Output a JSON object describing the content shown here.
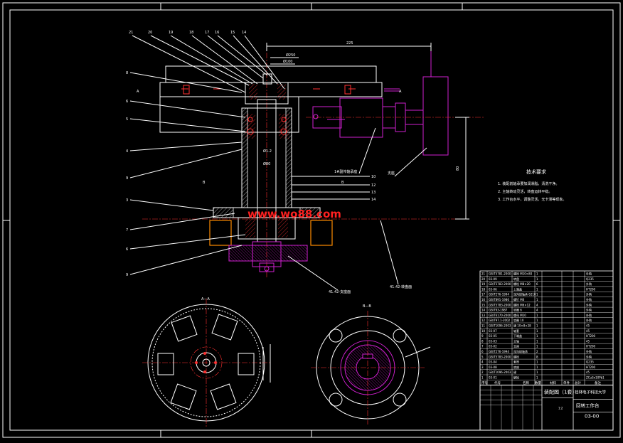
{
  "top_callouts": [
    "21",
    "20",
    "19",
    "18",
    "17",
    "16",
    "15",
    "14"
  ],
  "left_callouts": [
    "8",
    "6",
    "5",
    "4",
    "9",
    "3",
    "7",
    "6",
    "9"
  ],
  "right_callouts": [
    "10",
    "12",
    "13",
    "14"
  ],
  "dimensions": {
    "overall": "225",
    "d1": "Ø250",
    "d2": "Ø100",
    "height": "80",
    "bore": "Ø1.2",
    "d3": "Ø80"
  },
  "section_marks": {
    "a": "A",
    "b": "B",
    "sec_a_title": "A—A",
    "sec_b_title": "B—B"
  },
  "labels": {
    "bearing_seal": "1#副传轴承座",
    "support": "支座",
    "label_base": "41.42-支座面",
    "label_plate": "41.42-转盘面"
  },
  "tech_requirements": {
    "title": "技术要求",
    "items": [
      "1. 装配前轴承要加润滑脂，清洗干净。",
      "2. 主轴转动灵活，转盘运转平稳。",
      "3. 工作台水平，调整灵活，无卡滞等现象。"
    ]
  },
  "watermark": "www.wo88.com",
  "bom_rows": [
    [
      "21",
      "GB/T5781-2000",
      "螺栓 M10×80",
      "1",
      "",
      "",
      "外购"
    ],
    [
      "20",
      "03-09",
      "转盘",
      "1",
      "",
      "",
      "Q235"
    ],
    [
      "19",
      "GB/T5783-2000",
      "螺栓 M8×20",
      "6",
      "",
      "",
      "外购"
    ],
    [
      "18",
      "03-06",
      "上端盖",
      "1",
      "",
      "",
      "HT200"
    ],
    [
      "17",
      "GB/T276-1994",
      "深沟球轴承 6210",
      "1",
      "",
      "",
      "外购"
    ],
    [
      "16",
      "GB/T891-1986",
      "螺钉 M6",
      "1",
      "",
      "",
      "外购"
    ],
    [
      "15",
      "GB/T5783-2000",
      "螺栓 M6×12",
      "4",
      "",
      "",
      "外购"
    ],
    [
      "14",
      "GB/T93-1987",
      "垫圈 6",
      "4",
      "",
      "",
      "外购"
    ],
    [
      "13",
      "GB/T6170-2000",
      "螺母 M10",
      "1",
      "",
      "",
      "外购"
    ],
    [
      "12",
      "GB/T97.1-2002",
      "垫圈 10",
      "1",
      "",
      "",
      "外购"
    ],
    [
      "11",
      "GB/T1096-2003",
      "键 10×8×28",
      "1",
      "",
      "",
      "45"
    ],
    [
      "10",
      "03-07",
      "轴套",
      "1",
      "",
      "",
      "45"
    ],
    [
      "9",
      "03-05",
      "下端盖",
      "1",
      "",
      "",
      "HT200"
    ],
    [
      "8",
      "03-03",
      "主轴",
      "1",
      "",
      "",
      "45"
    ],
    [
      "7",
      "03-02",
      "支座",
      "1",
      "",
      "",
      "HT200"
    ],
    [
      "6",
      "GB/T276-1994",
      "深沟球轴承",
      "2",
      "",
      "",
      "外购"
    ],
    [
      "5",
      "GB/T5783-2000",
      "螺栓",
      "8",
      "",
      "",
      "外购"
    ],
    [
      "4",
      "03-04",
      "套筒",
      "1",
      "",
      "",
      "Q235"
    ],
    [
      "3",
      "03-08",
      "底座",
      "1",
      "",
      "",
      "HT200"
    ],
    [
      "2",
      "GB/T1096-2003",
      "键",
      "1",
      "",
      "",
      "45"
    ],
    [
      "1",
      "03-01",
      "蜗轮",
      "1",
      "",
      "",
      "ZCuSn10Pb1"
    ]
  ],
  "bom_header": {
    "no": "序号",
    "code": "代号",
    "name": "名称",
    "qty": "数量",
    "material": "材料",
    "unit_weight": "单件",
    "total_weight": "总计",
    "note": "备注"
  },
  "title_block": {
    "drawing_name": "装配图（1套）",
    "university": "桂林电子科技大学",
    "product": "回转工作台",
    "drawing_no": "03-00",
    "scale": "1:2"
  }
}
